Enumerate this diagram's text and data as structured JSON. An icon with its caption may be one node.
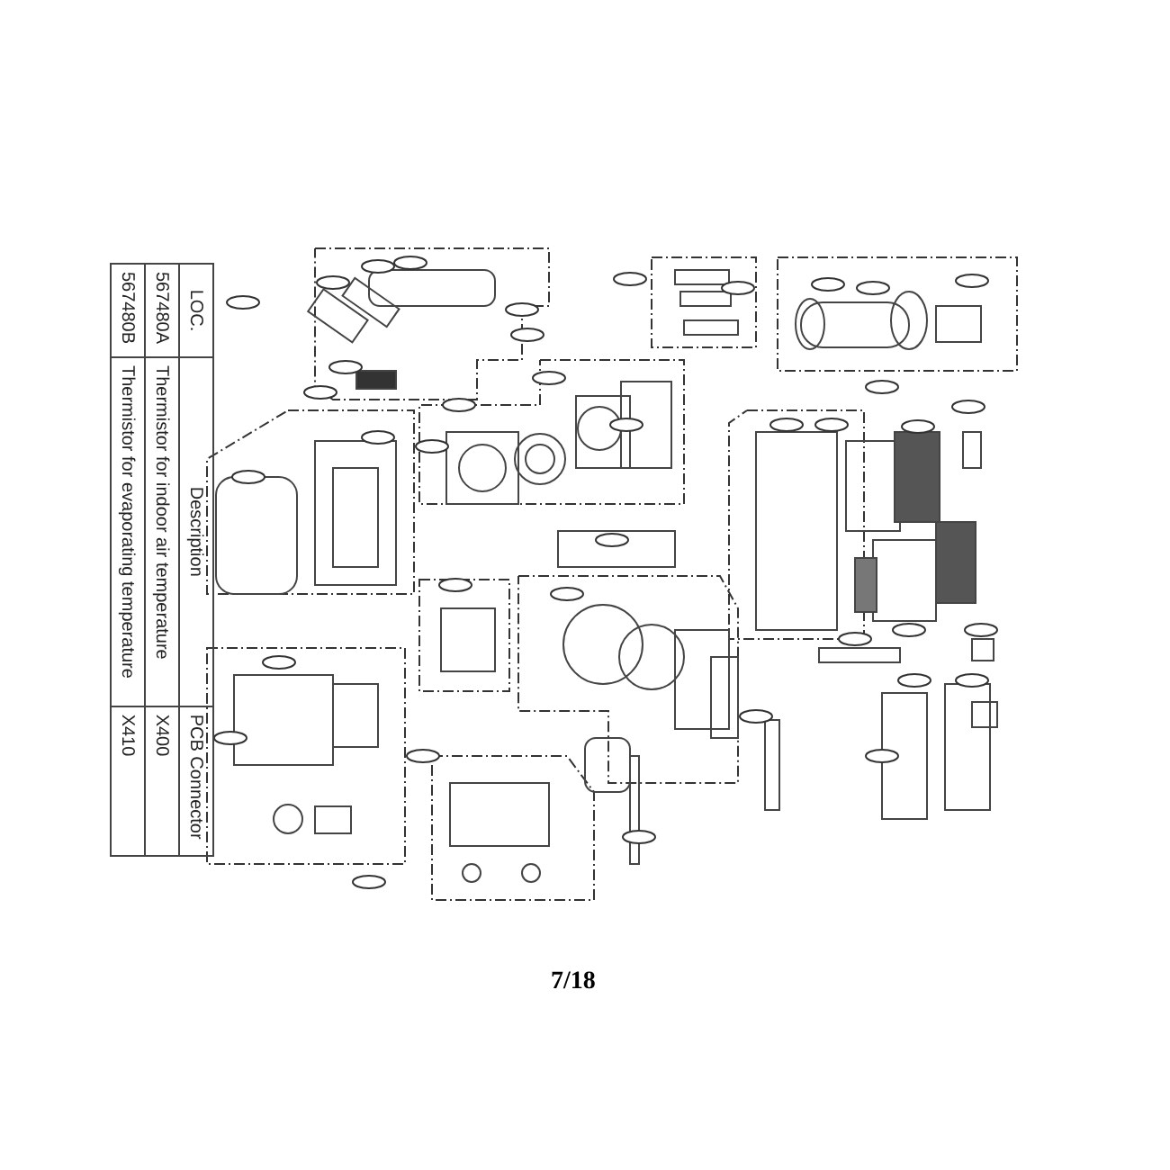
{
  "diagram": {
    "labels": [
      "LOC.",
      "Description",
      "PCB Connector",
      "567480A",
      "Thermistor for indoor air temperature",
      "X400",
      "567480B",
      "Thermistor for evaporating temperature",
      "X410",
      "7/18"
    ]
  }
}
